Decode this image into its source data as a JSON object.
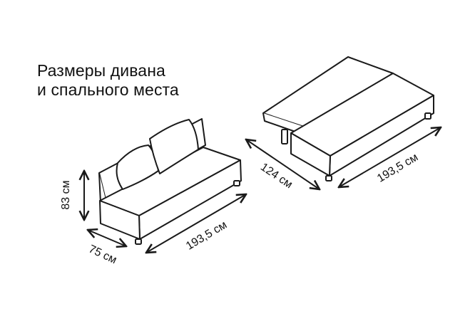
{
  "title": {
    "line1": "Размеры дивана",
    "line2": "и спального места"
  },
  "dimensions": {
    "sofa_height": "83 см",
    "sofa_depth": "75 см",
    "sofa_length": "193,5 см",
    "bed_depth": "124 см",
    "bed_length": "193,5 см"
  },
  "colors": {
    "line": "#1a1a1a",
    "fill": "#ffffff",
    "background": "#ffffff"
  }
}
